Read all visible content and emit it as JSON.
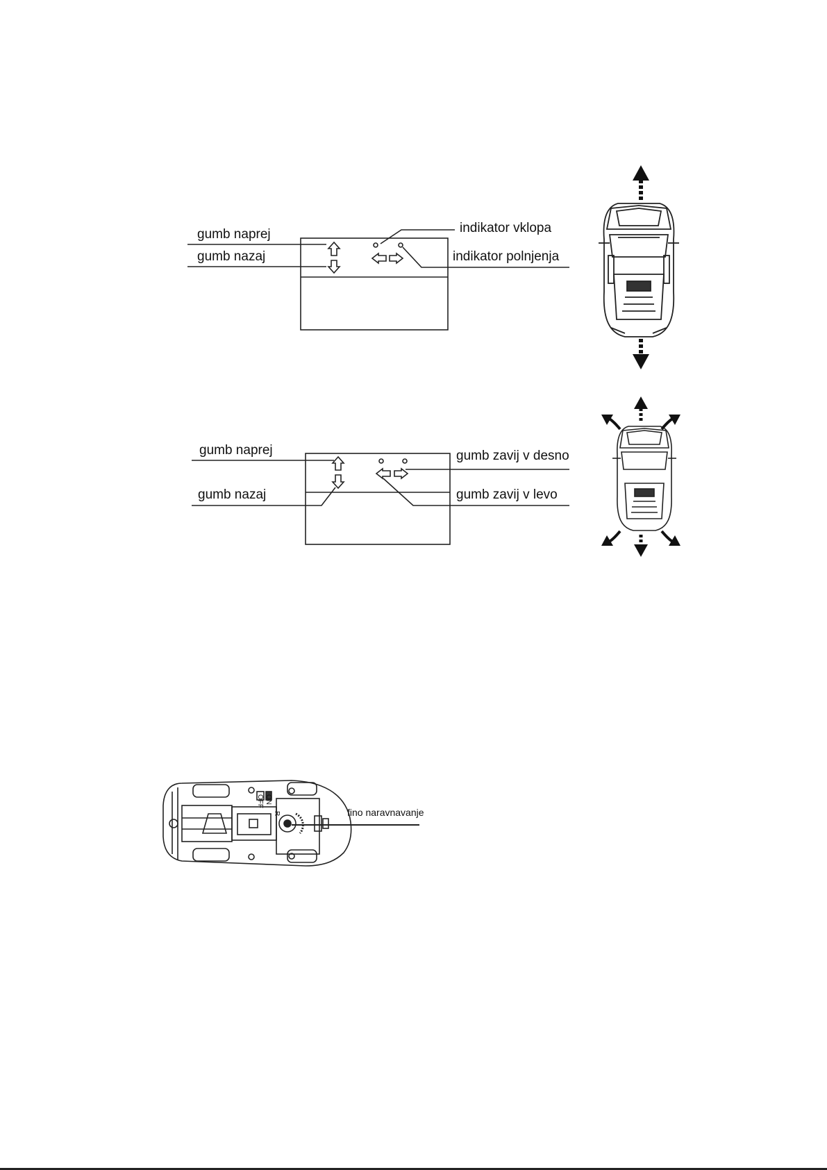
{
  "diagram1": {
    "label_forward": "gumb naprej",
    "label_backward": "gumb nazaj",
    "label_power": "indikator vklopa",
    "label_charge": "indikator polnjenja"
  },
  "diagram2": {
    "label_forward": "gumb naprej",
    "label_backward": "gumb nazaj",
    "label_right": "gumb zavij v desno",
    "label_left": "gumb zavij v levo"
  },
  "diagram3": {
    "switch_on": "ON",
    "switch_off": "OFF",
    "mark_r": "R",
    "label_trim": "fino naravnavanje"
  }
}
